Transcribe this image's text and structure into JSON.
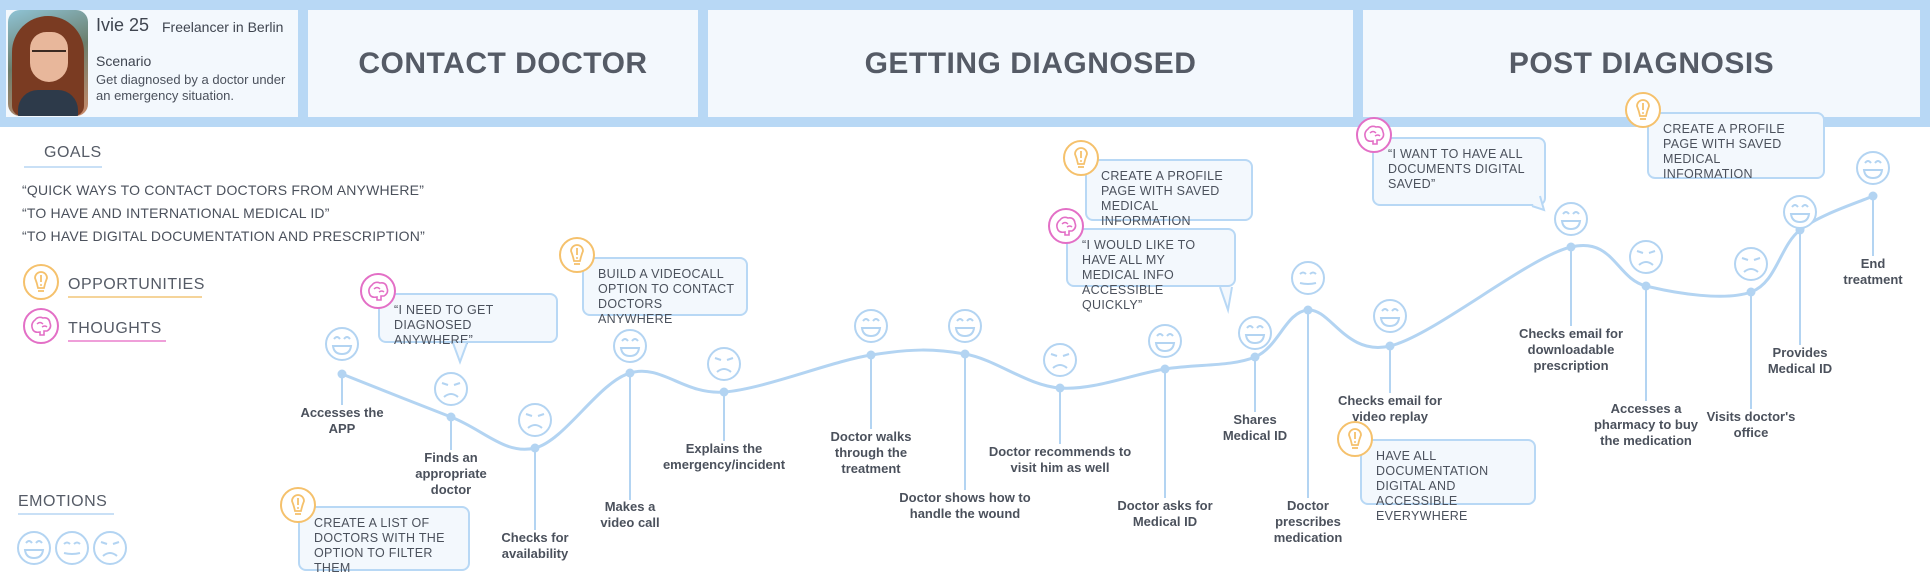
{
  "persona": {
    "name_age": "Ivie 25",
    "role": "Freelancer in Berlin",
    "scenario_label": "Scenario",
    "scenario_text": "Get diagnosed by a doctor under an emergency situation."
  },
  "stages": [
    "CONTACT DOCTOR",
    "GETTING DIAGNOSED",
    "POST DIAGNOSIS"
  ],
  "goals": {
    "title": "GOALS",
    "items": [
      "“QUICK WAYS TO CONTACT DOCTORS FROM ANYWHERE”",
      "“TO HAVE AND INTERNATIONAL MEDICAL ID”",
      "“TO HAVE DIGITAL DOCUMENTATION AND PRESCRIPTION”"
    ]
  },
  "legend": {
    "opportunities": "OPPORTUNITIES",
    "thoughts": "THOUGHTS",
    "emotions": "EMOTIONS"
  },
  "steps": [
    {
      "label": "Accesses the APP",
      "emotion": "happy"
    },
    {
      "label": "Finds an appropriate doctor",
      "emotion": "sad"
    },
    {
      "label": "Checks for availability",
      "emotion": "sad"
    },
    {
      "label": "Makes a video call",
      "emotion": "happy"
    },
    {
      "label": "Explains the emergency/incident",
      "emotion": "sad"
    },
    {
      "label": "Doctor walks through the treatment",
      "emotion": "happy"
    },
    {
      "label": "Doctor shows how to handle the wound",
      "emotion": "happy"
    },
    {
      "label": "Doctor recommends to visit him as well",
      "emotion": "sad"
    },
    {
      "label": "Doctor asks for Medical ID",
      "emotion": "happy"
    },
    {
      "label": "Shares Medical ID",
      "emotion": "happy"
    },
    {
      "label": "Doctor prescribes medication",
      "emotion": "neutral"
    },
    {
      "label": "Checks email for video replay",
      "emotion": "happy"
    },
    {
      "label": "Checks email for downloadable prescription",
      "emotion": "happy"
    },
    {
      "label": "Accesses a pharmacy to buy the medication",
      "emotion": "sad"
    },
    {
      "label": "Visits doctor's office",
      "emotion": "sad"
    },
    {
      "label": "Provides Medical ID",
      "emotion": "happy"
    },
    {
      "label": "End treatment",
      "emotion": "happy"
    }
  ],
  "opportunities": [
    "CREATE A LIST OF DOCTORS WITH THE OPTION TO FILTER THEM",
    "BUILD A VIDEOCALL OPTION TO CONTACT DOCTORS ANYWHERE",
    "CREATE A PROFILE PAGE WITH SAVED MEDICAL INFORMATION",
    "HAVE ALL DOCUMENTATION DIGITAL AND ACCESSIBLE EVERYWHERE",
    "CREATE A PROFILE PAGE WITH SAVED MEDICAL INFORMATION"
  ],
  "thoughts": [
    "“I NEED TO GET DIAGNOSED ANYWHERE”",
    "“I WOULD LIKE TO HAVE ALL MY MEDICAL INFO ACCESSIBLE QUICKLY”",
    "“I WANT TO HAVE ALL DOCUMENTS DIGITAL SAVED”"
  ],
  "colors": {
    "accent_blue": "#b8d8f5",
    "curve_blue": "#b3d4f2",
    "opportunity": "#f5c16c",
    "thought": "#e36fc6",
    "text": "#555b66"
  },
  "icons": {
    "opportunity": "lightbulb-exclamation-icon",
    "thought": "brain-icon",
    "emotion": "face-icon"
  }
}
